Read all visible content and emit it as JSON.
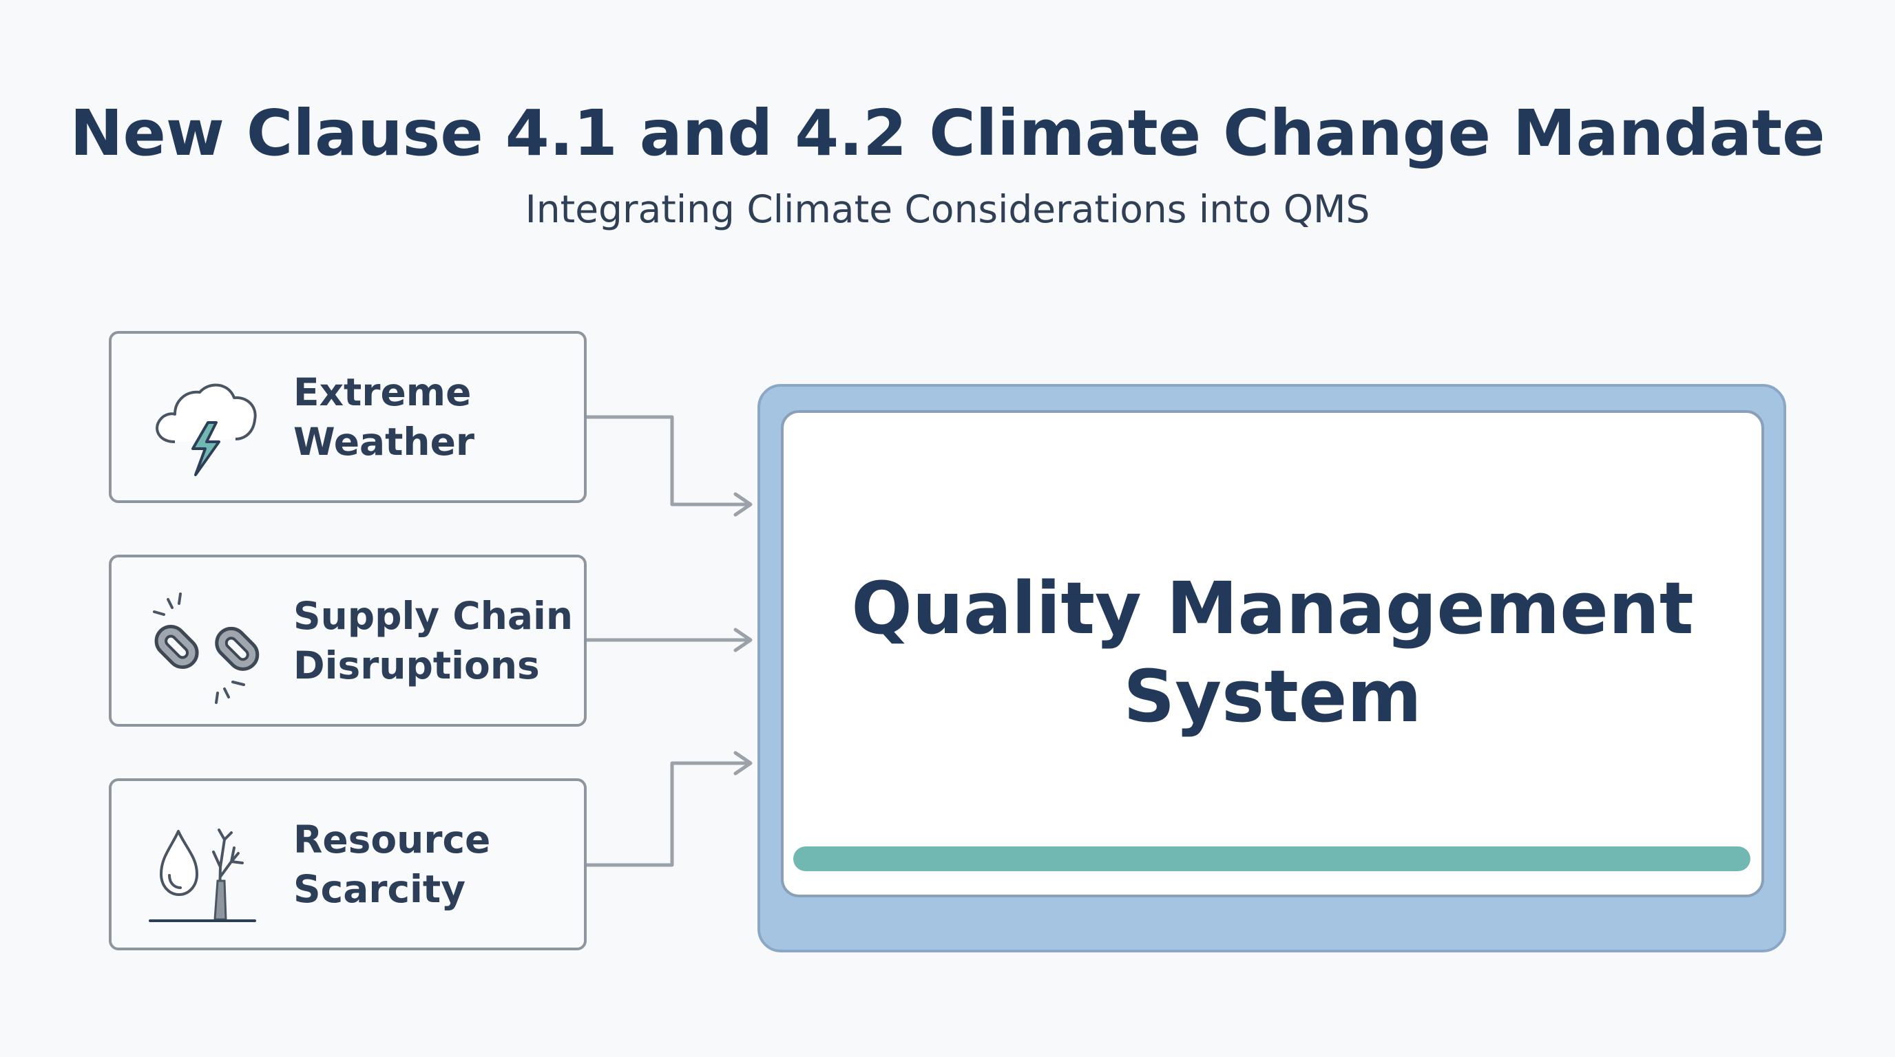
{
  "header": {
    "title": "New Clause 4.1 and 4.2 Climate Change Mandate",
    "subtitle": "Integrating Climate Considerations into QMS"
  },
  "inputs": [
    {
      "line1": "Extreme",
      "line2": "Weather",
      "icon": "storm-cloud-lightning-icon"
    },
    {
      "line1": "Supply Chain",
      "line2": "Disruptions",
      "icon": "broken-chain-icon"
    },
    {
      "line1": "Resource",
      "line2": "Scarcity",
      "icon": "water-drop-bare-tree-icon"
    }
  ],
  "qms": {
    "line1": "Quality Management",
    "line2": "System"
  },
  "colors": {
    "title": "#23395a",
    "card_border": "#8e959d",
    "qms_frame": "#a5c4e1",
    "accent": "#72b8b2",
    "connector": "#9aa1a8"
  }
}
